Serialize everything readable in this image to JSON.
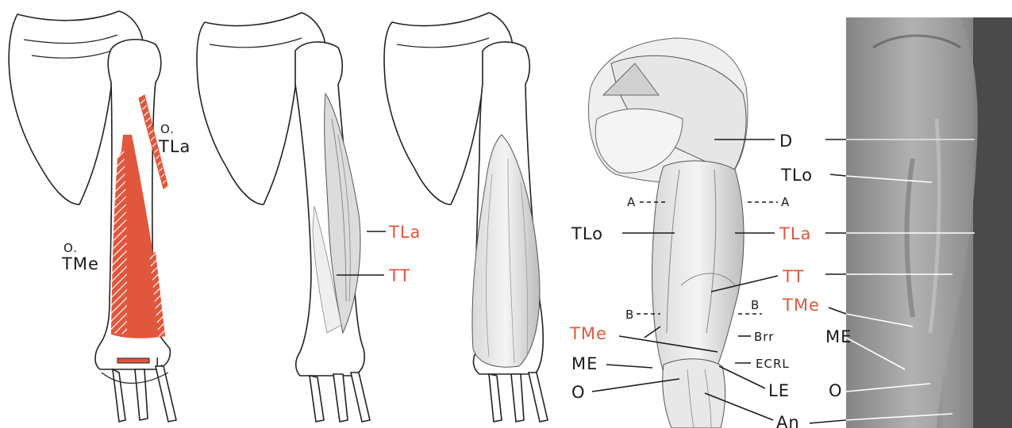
{
  "colors": {
    "highlight": "#e0573d",
    "ink": "#1a1a1a",
    "photo_bg": "#6d6d6d"
  },
  "panel1": {
    "origin_lateral_label": "O.",
    "origin_lateral_name": "TLa",
    "origin_medial_label": "O.",
    "origin_medial_name": "TMe",
    "insertion_label": "I."
  },
  "panel2": {
    "lateral_head": "TLa",
    "tendon": "TT"
  },
  "panel4": {
    "deltoid": "D",
    "section_a_left": "A",
    "section_a_right": "A",
    "long_head_left": "TLo",
    "lateral_head": "TLa",
    "tendon": "TT",
    "section_b_left": "B",
    "section_b_right": "B",
    "medial_head": "TMe",
    "brachioradialis": "Brr",
    "medial_epicondyle": "ME",
    "ecrl": "ECRL",
    "olecranon": "O",
    "lateral_epicondyle": "LE",
    "anconeus": "An"
  },
  "panel5": {
    "long_head": "TLo",
    "medial_head": "TMe",
    "medial_epicondyle": "ME",
    "olecranon": "O"
  }
}
